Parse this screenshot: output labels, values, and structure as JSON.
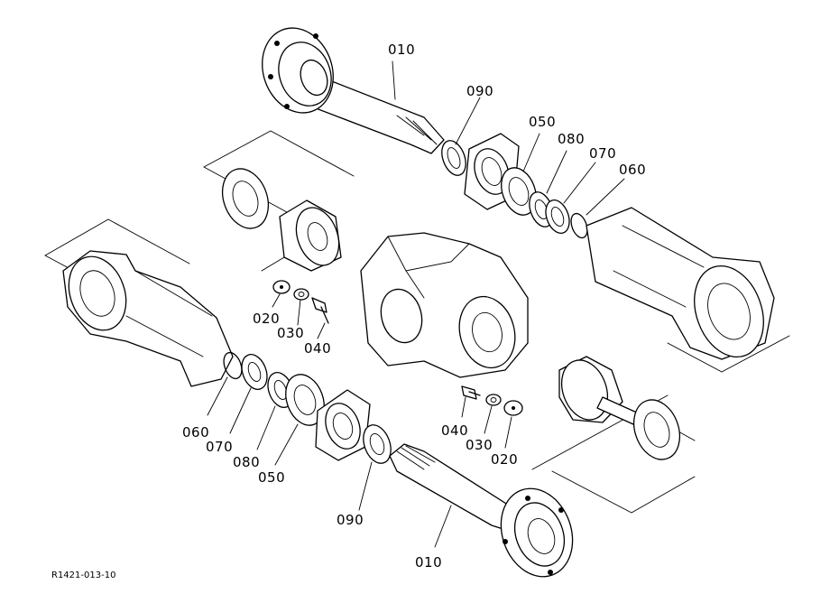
{
  "drawing_ref": "R1421-013-10",
  "callouts": {
    "top_010": "010",
    "top_090": "090",
    "top_050": "050",
    "top_080": "080",
    "top_070": "070",
    "top_060": "060",
    "left_020": "020",
    "left_030": "030",
    "left_040": "040",
    "bot_060": "060",
    "bot_070": "070",
    "bot_080": "080",
    "bot_050": "050",
    "bot_090": "090",
    "bot_010": "010",
    "right_040": "040",
    "right_030": "030",
    "right_020": "020"
  }
}
